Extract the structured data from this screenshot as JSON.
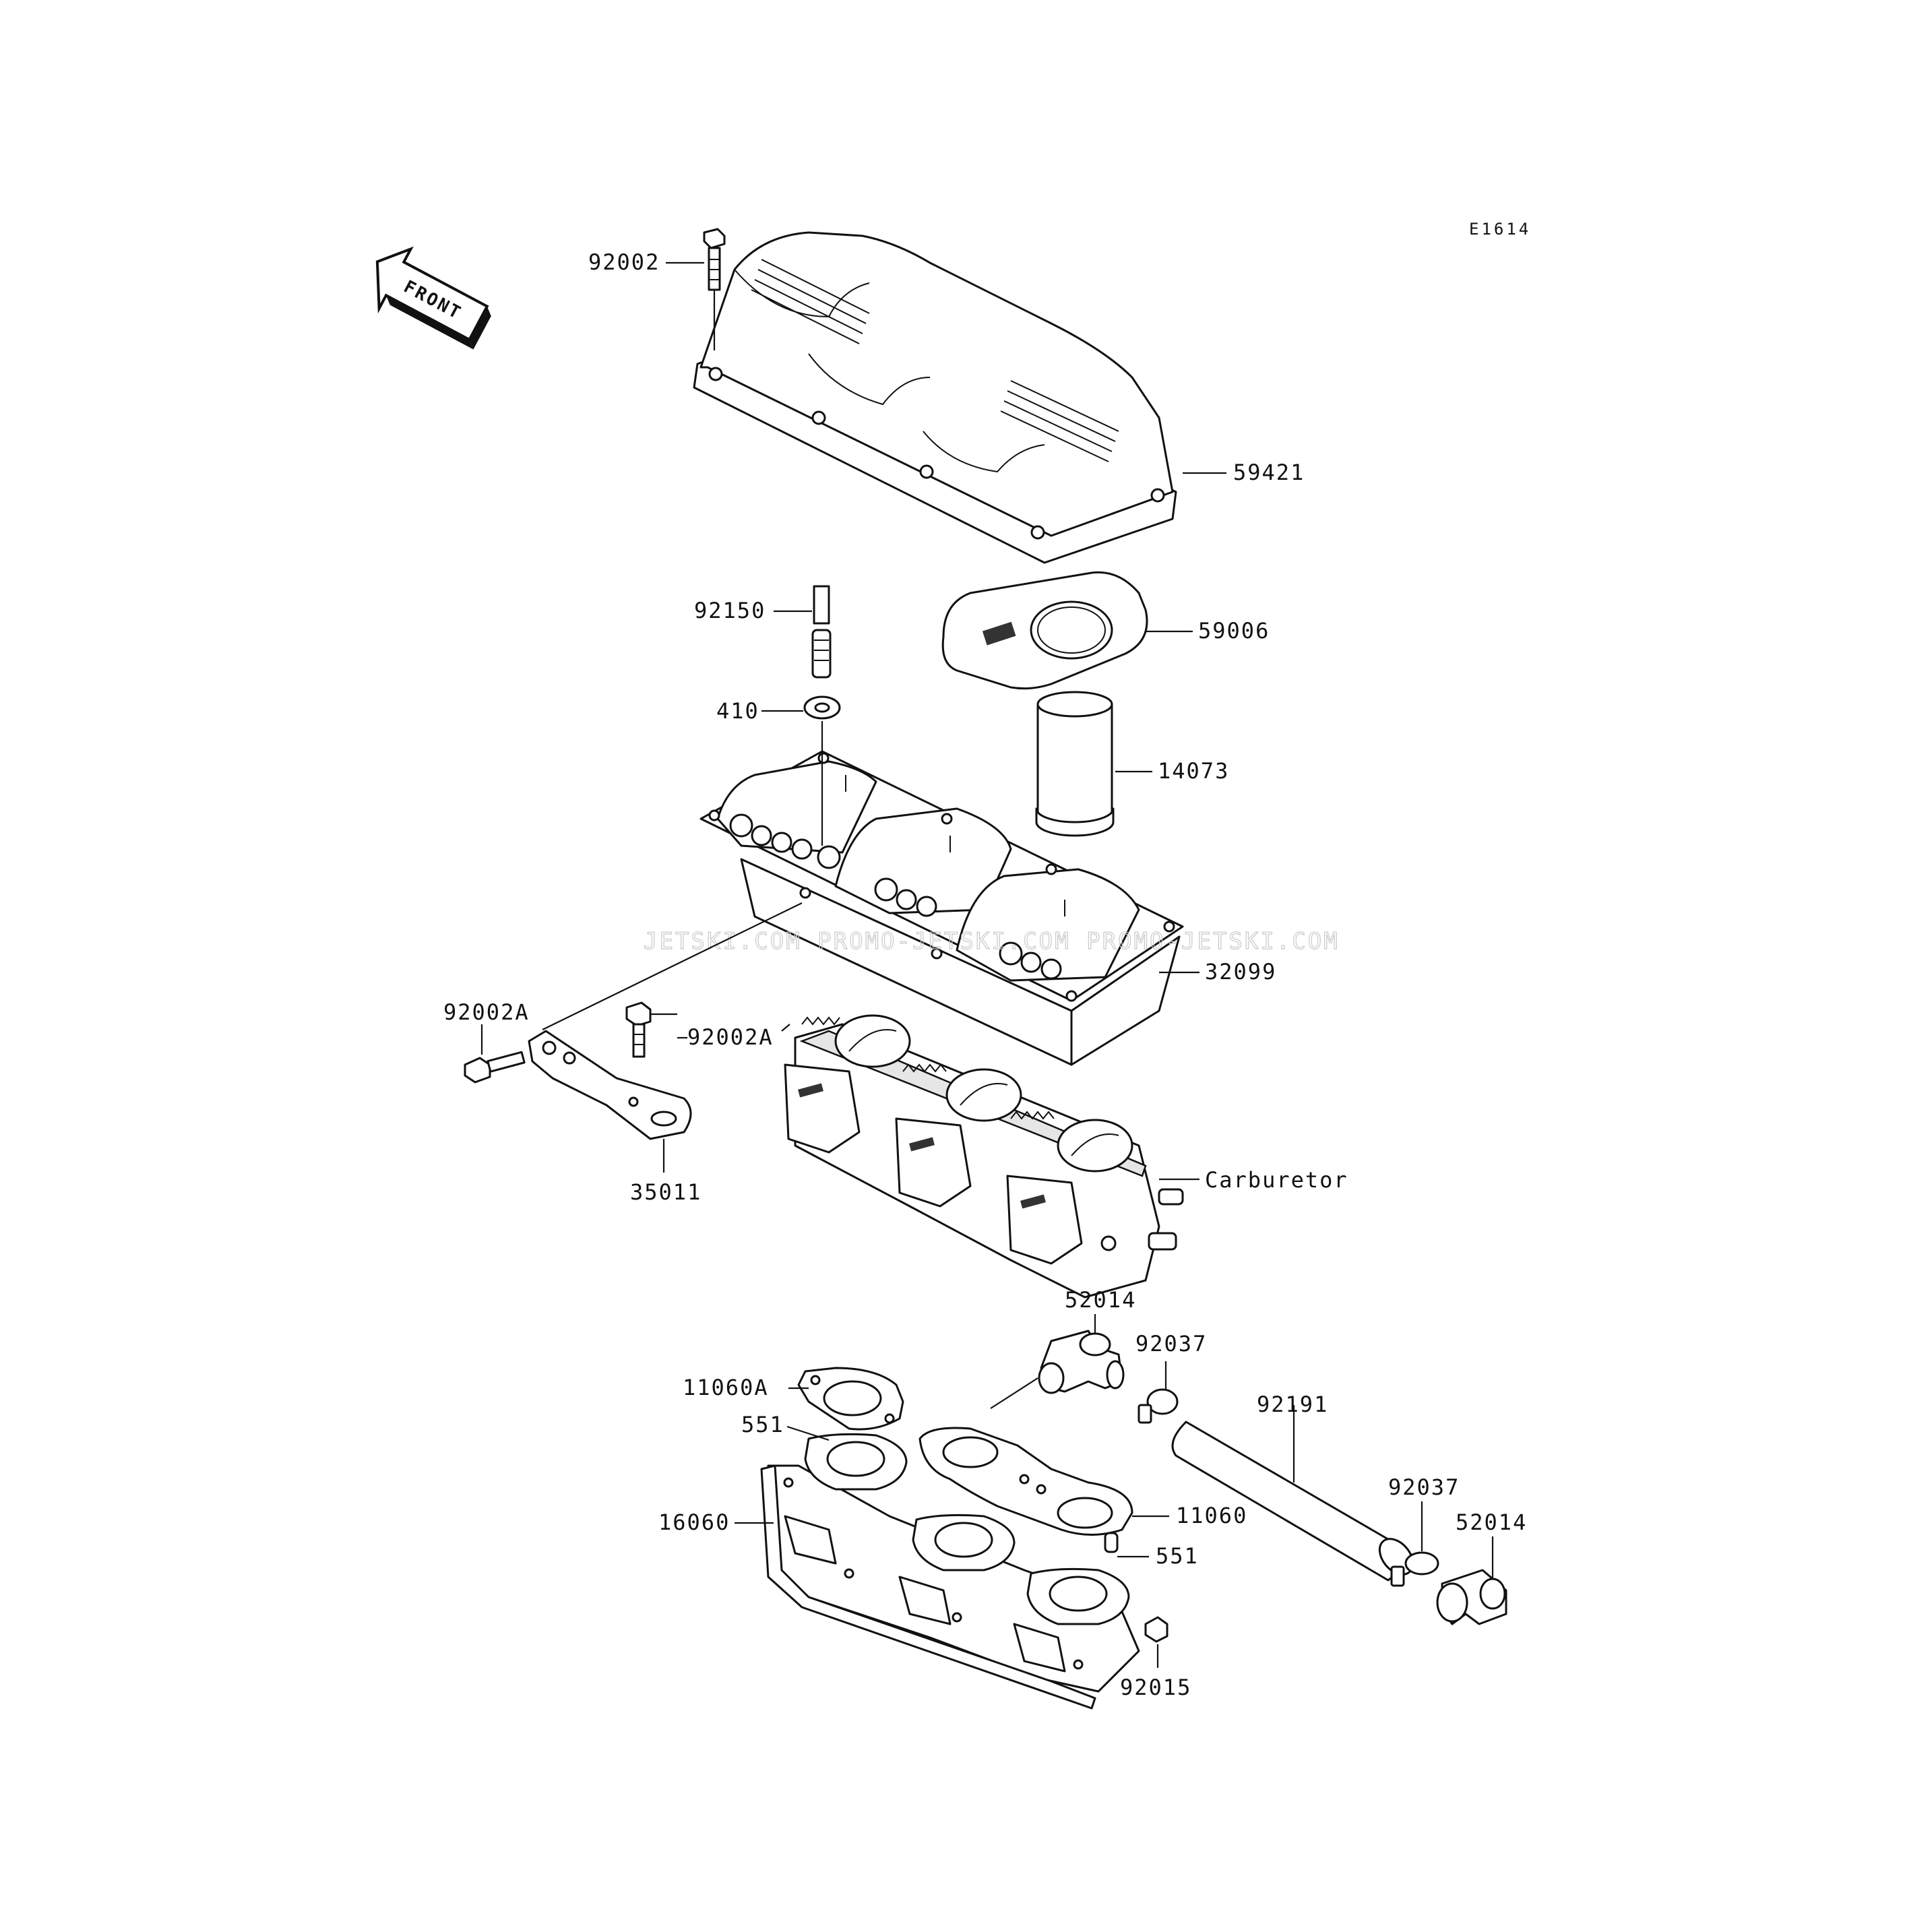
{
  "diagram_code": "E1614",
  "direction_label": "FRONT",
  "watermark": "JETSKI.COM  PROMO-JETSKI.COM  PROMO-JETSKI.COM",
  "callouts": {
    "p92002": "92002",
    "p59421": "59421",
    "p92150": "92150",
    "p59006": "59006",
    "p410": "410",
    "p14073": "14073",
    "p32099": "32099",
    "p92002a_left": "92002A",
    "p92002a_right": "92002A",
    "p35011": "35011",
    "carburetor": "Carburetor",
    "p52014_top": "52014",
    "p92037_top": "92037",
    "p11060a": "11060A",
    "p551_top": "551",
    "p92191": "92191",
    "p16060": "16060",
    "p11060": "11060",
    "p551_bottom": "551",
    "p92037_bottom": "92037",
    "p52014_bottom": "52014",
    "p92015": "92015"
  }
}
